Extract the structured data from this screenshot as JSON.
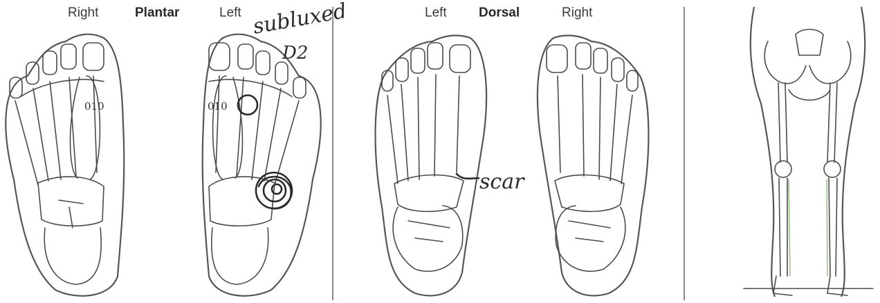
{
  "plantar_view": {
    "left_label": "Right",
    "title": "Plantar",
    "right_label": "Left"
  },
  "dorsal_view": {
    "left_label": "Left",
    "title": "Dorsal",
    "right_label": "Right"
  },
  "annotations": {
    "subluxed_line1": "subluxed",
    "subluxed_line2": "D2",
    "scar": "scar",
    "digit_mark_1": "010",
    "digit_mark_2": "010"
  },
  "colors": {
    "ink": "#2a2a2a",
    "line": "#4a4a4a",
    "divider": "#8a8a8a",
    "leg_accent": "#8dbb7a"
  }
}
